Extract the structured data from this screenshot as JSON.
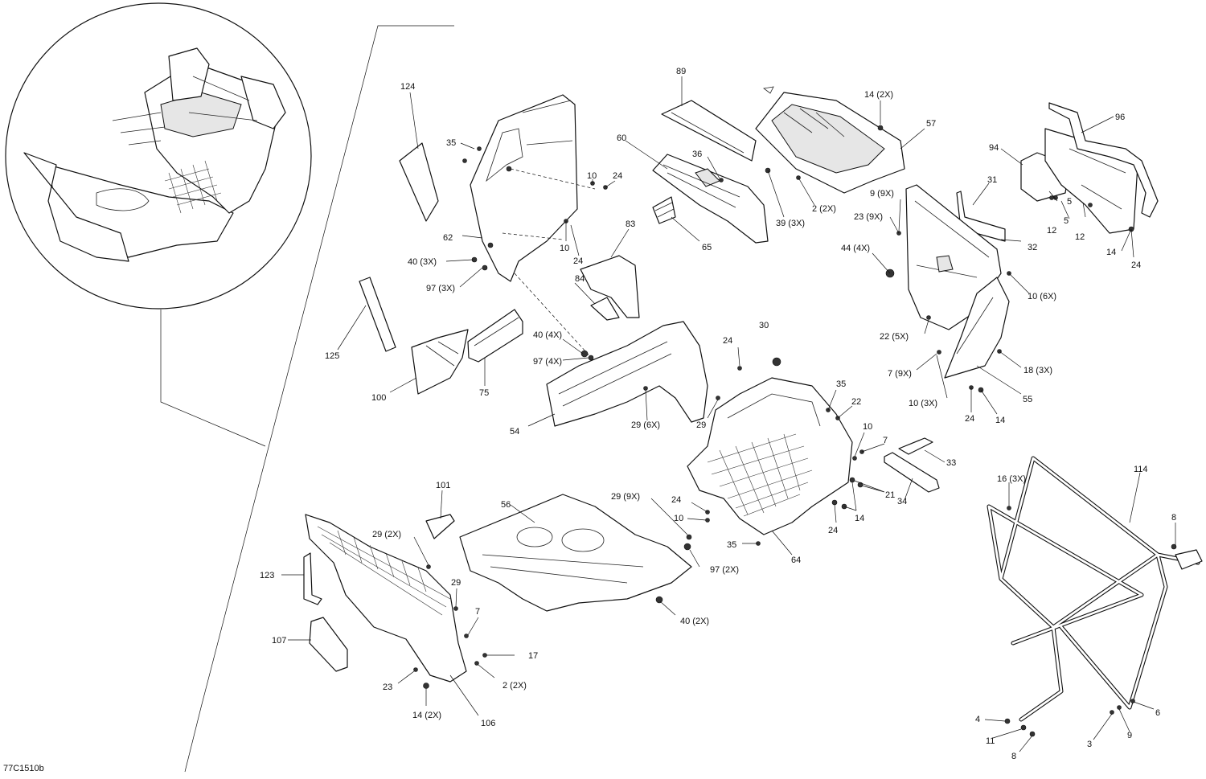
{
  "drawing_code": "77C1510b",
  "callouts": [
    "124",
    "35",
    "62",
    "10",
    "24",
    "10",
    "24",
    "40 (3X)",
    "97 (3X)",
    "89",
    "60",
    "36",
    "65",
    "83",
    "84",
    "14 (2X)",
    "57",
    "39 (3X)",
    "2 (2X)",
    "96",
    "94",
    "5",
    "5",
    "12",
    "12",
    "14",
    "24",
    "31",
    "9 (9X)",
    "23 (9X)",
    "32",
    "44 (4X)",
    "10 (6X)",
    "22 (5X)",
    "7 (9X)",
    "10 (3X)",
    "18 (3X)",
    "55",
    "24",
    "14",
    "125",
    "100",
    "75",
    "40 (4X)",
    "97 (4X)",
    "54",
    "29 (6X)",
    "29",
    "24",
    "30",
    "35",
    "22",
    "10",
    "7",
    "33",
    "21",
    "34",
    "14",
    "24",
    "24",
    "10",
    "35",
    "64",
    "101",
    "56",
    "29 (9X)",
    "97 (2X)",
    "40 (2X)",
    "29 (2X)",
    "123",
    "29",
    "7",
    "17",
    "2 (2X)",
    "107",
    "23",
    "14 (2X)",
    "106",
    "114",
    "16 (3X)",
    "8",
    "4",
    "11",
    "8",
    "3",
    "9",
    "6"
  ]
}
